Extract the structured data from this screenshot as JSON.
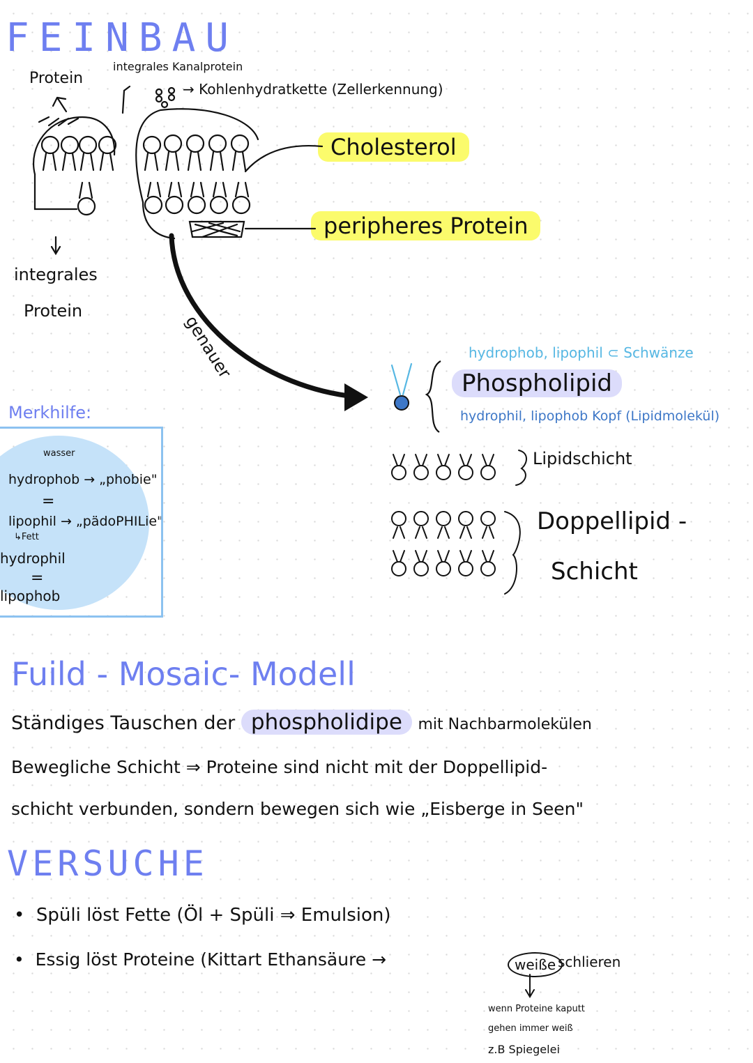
{
  "feinbau": {
    "title": "FEINBAU",
    "protein": "Protein",
    "integral_channel": "integrales Kanalprotein",
    "carb_chain": "→ Kohlenhydratkette (Zellerkennung)",
    "cholesterol": "Cholesterol",
    "peripheral": "peripheres Protein",
    "integral_protein_l1": "integrales",
    "integral_protein_l2": "Protein",
    "genauer": "genauer"
  },
  "phospholipid": {
    "tail_note": "hydrophob, lipophil ⊂ Schwänze",
    "label": "Phospholipid",
    "head_note": "hydrophil, lipophob Kopf (Lipidmolekül)",
    "lipid_layer": "Lipidschicht",
    "double_l1": "Doppellipid -",
    "double_l2": "Schicht"
  },
  "merkhilfe": {
    "title": "Merkhilfe:",
    "wasser": "wasser",
    "l1": "hydrophob → „phobie\"",
    "eq1": "=",
    "l2": "lipophil → „pädoPHILie\"",
    "fett": "↳Fett",
    "l3": "hydrophil",
    "eq2": "=",
    "l4": "lipophob"
  },
  "fluid_mosaic": {
    "title": "Fuild - Mosaic- Modell",
    "line1_a": "Ständiges Tauschen der",
    "line1_hl": "phospholidipe",
    "line1_b": "mit Nachbarmolekülen",
    "line2": "Bewegliche Schicht ⇒ Proteine sind nicht mit der Doppellipid-",
    "line3": "schicht verbunden, sondern bewegen sich wie „Eisberge in Seen\""
  },
  "versuche": {
    "title": "VERSUCHE",
    "items": [
      "Spüli löst Fette (Öl + Spüli ⇒ Emulsion)",
      "Essig löst Proteine (Kittart Ethansäure →"
    ],
    "circled": "weiße",
    "tail": "schlieren",
    "note_l1": "wenn Proteine kaputt",
    "note_l2": "gehen immer weiß",
    "note_l3": "z.B Spiegelei"
  },
  "colors": {
    "accent": "#6e7ff0",
    "highlight_yellow": "#fbfb6c",
    "highlight_lavender": "#dcdcfb",
    "cyan": "#56b7e3",
    "merkhilfe_blue": "#c5e2f9"
  }
}
